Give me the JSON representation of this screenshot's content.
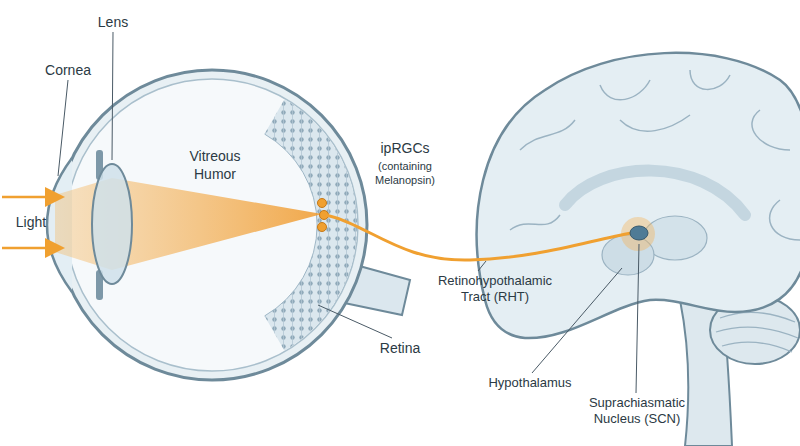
{
  "diagram": {
    "labels": [
      "Lens",
      "Cornea",
      "Light",
      "Vitreous Humor",
      "ipRGCs",
      "(containing Melanopsin)",
      "Retinohypothalamic Tract (RHT)",
      "Retina",
      "Hypothalamus",
      "Suprachiasmatic Nucleus (SCN)"
    ]
  }
}
